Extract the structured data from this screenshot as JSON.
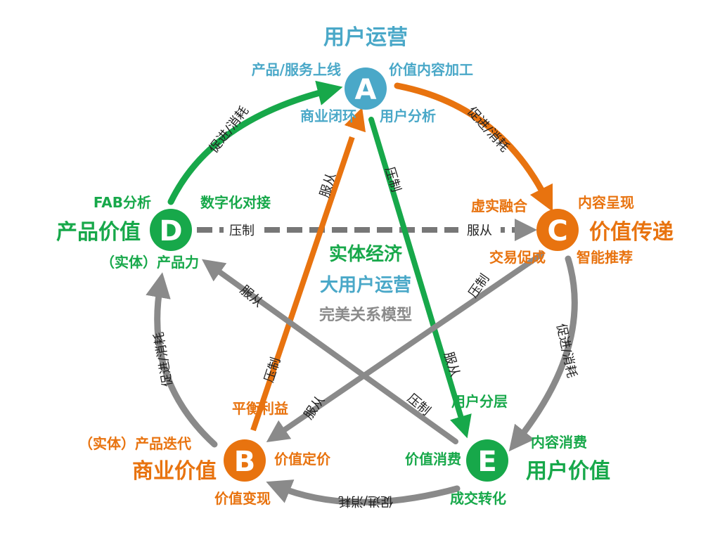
{
  "colors": {
    "blue": "#4aa8c8",
    "orange": "#e8730f",
    "green": "#17a84a",
    "gray": "#8a8a8a",
    "darkgray": "#777777",
    "text": "#222222"
  },
  "center": {
    "line1": "实体经济",
    "line2": "大用户运营",
    "line3": "完美关系模型"
  },
  "nodes": {
    "A": {
      "letter": "A",
      "title": "用户运营",
      "tl": "产品/服务上线",
      "tr": "价值内容加工",
      "bl": "商业闭环",
      "br": "用户分析"
    },
    "C": {
      "letter": "C",
      "title": "价值传递",
      "tl": "虚实融合",
      "tr": "内容呈现",
      "bl": "交易促成",
      "br": "智能推荐"
    },
    "D": {
      "letter": "D",
      "title": "产品价值",
      "tl": "FAB分析",
      "tr": "数字化对接",
      "bl": "（实体）产品力"
    },
    "B": {
      "letter": "B",
      "title": "商业价值",
      "tl": "（实体）产品迭代",
      "tr": "平衡利益",
      "r": "价值定价",
      "bl": "价值变现"
    },
    "E": {
      "letter": "E",
      "title": "用户价值",
      "tr": "内容消费",
      "tl": "用户分层",
      "l": "价值消费",
      "bl": "成交转化"
    }
  },
  "edges": {
    "promote": "促进/消耗",
    "suppress": "压制",
    "obey": "服从"
  }
}
